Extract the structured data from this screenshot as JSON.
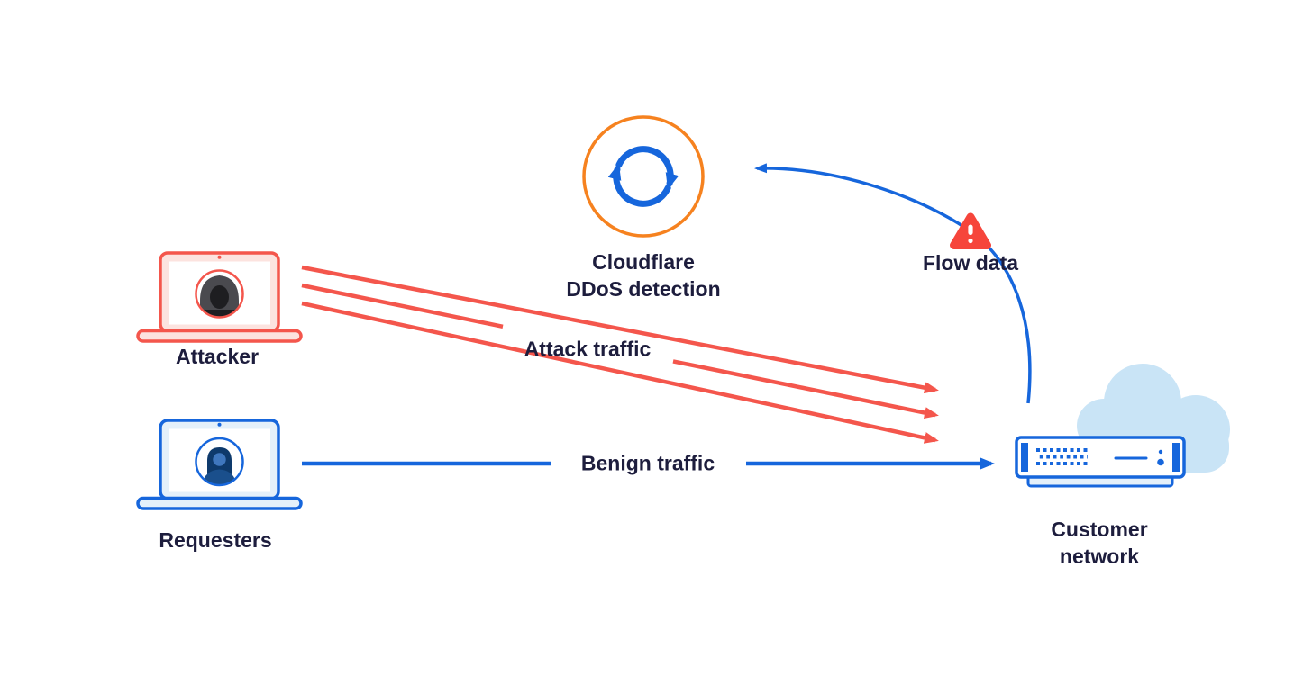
{
  "colors": {
    "red": "#F4564C",
    "blue": "#1666DC",
    "orange": "#F6821F",
    "cloud_blue": "#C9E4F6",
    "laptop_red_fill": "#FCE3DF",
    "laptop_blue_fill": "#E4F0FA",
    "warning_red": "#F6453B",
    "text": "#1D1D3D",
    "hood_gray": "#4A4A4F",
    "face_dark": "#1E1E21",
    "hair_navy": "#0E3A6C",
    "figure_blue": "#1A4F8C",
    "skin_blue": "#3F77BE"
  },
  "icons": {
    "sync_icon": "circular-refresh-arrows",
    "warning_icon": "alert-triangle-exclamation",
    "attacker_laptop_icon": "red-laptop-with-hooded-attacker-avatar",
    "requesters_laptop_icon": "blue-laptop-with-person-avatar",
    "customer_network_icon": "server-appliance-with-cloud"
  },
  "nodes": {
    "detector": {
      "lines": [
        "Cloudflare",
        "DDoS detection"
      ]
    },
    "attacker": {
      "label": "Attacker"
    },
    "requesters": {
      "label": "Requesters"
    },
    "customer_network": {
      "lines": [
        "Customer",
        "network"
      ]
    },
    "flow_data": {
      "label": "Flow data"
    }
  },
  "edges": {
    "attack_traffic": {
      "label": "Attack traffic",
      "color": "#F4564C",
      "line_count": 3
    },
    "benign_traffic": {
      "label": "Benign traffic",
      "color": "#1666DC"
    },
    "flow_data": {
      "color": "#1666DC",
      "from": "customer_network",
      "to": "detector"
    }
  }
}
